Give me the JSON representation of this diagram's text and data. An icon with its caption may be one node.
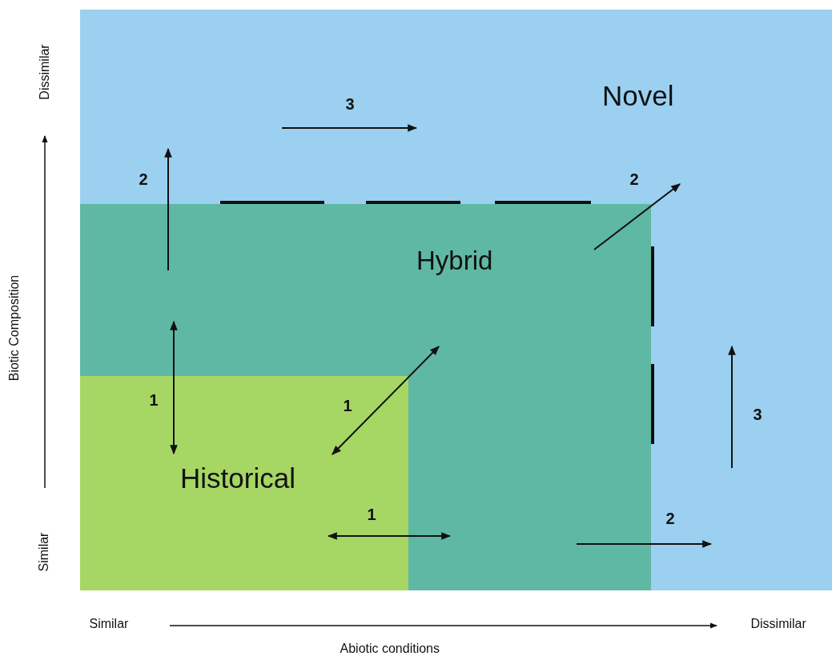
{
  "diagram": {
    "nodes": [
      {
        "text": [
          "Novel"
        ]
      },
      {
        "text": [
          "Hybrid"
        ],
        "in": 0
      },
      {
        "text": [
          "Historical"
        ],
        "in": 1
      }
    ],
    "labels": [
      "Dissimilar",
      "3",
      "2",
      "2",
      "Biotic Composition",
      "1",
      "1",
      "3",
      "1",
      "2",
      "Similar",
      "Similar",
      "Dissimilar",
      "Abiotic conditions"
    ]
  }
}
